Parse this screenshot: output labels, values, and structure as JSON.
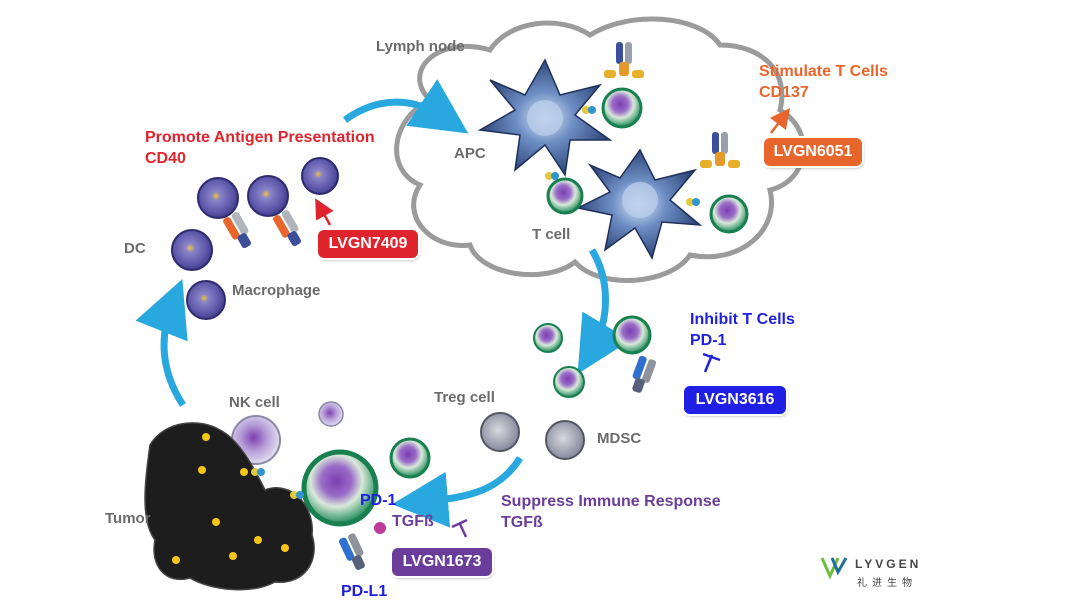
{
  "labels": {
    "lymph_node": "Lymph node",
    "apc": "APC",
    "t_cell": "T cell",
    "dc": "DC",
    "macrophage": "Macrophage",
    "nk_cell": "NK cell",
    "treg_cell": "Treg cell",
    "mdsc": "MDSC",
    "tumor": "Tumor",
    "pd1": "PD-1",
    "tgfb": "TGFß",
    "pdl1": "PD-L1"
  },
  "mechanisms": {
    "stimulate_title": "Stimulate T Cells",
    "stimulate_target": "CD137",
    "promote_title": "Promote Antigen Presentation",
    "promote_target": "CD40",
    "inhibit_title": "Inhibit T Cells",
    "inhibit_target": "PD-1",
    "suppress_title": "Suppress Immune Response",
    "suppress_target": "TGFß"
  },
  "drugs": {
    "lvgn6051": "LVGN6051",
    "lvgn7409": "LVGN7409",
    "lvgn3616": "LVGN3616",
    "lvgn1673": "LVGN1673"
  },
  "colors": {
    "red": "#e0242e",
    "orange": "#e8652c",
    "blue": "#1f1fe6",
    "purple": "#6a3d9a",
    "arrow": "#29a8e0"
  },
  "logo": {
    "name": "LYVGEN",
    "chinese": "礼进生物"
  }
}
